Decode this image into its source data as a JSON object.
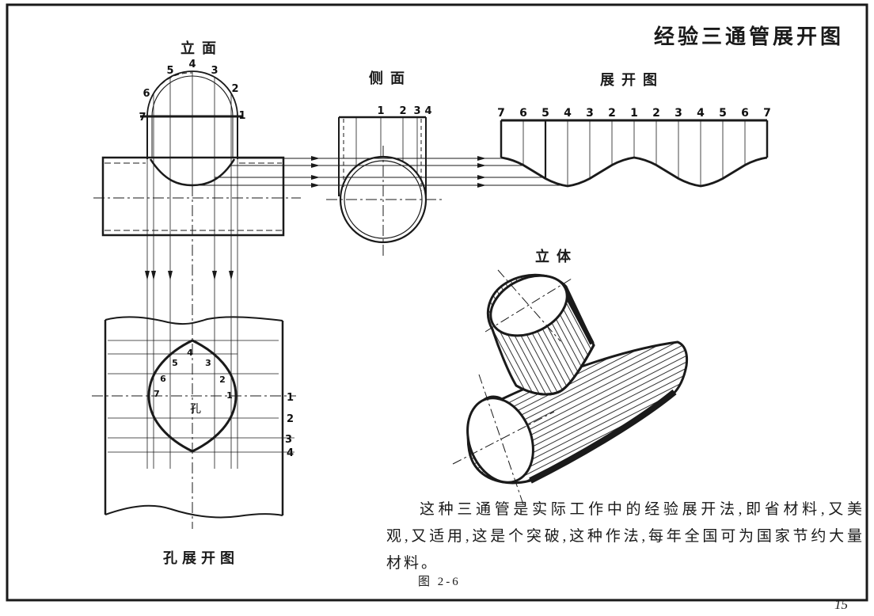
{
  "page": {
    "title": "经验三通管展开图",
    "figure_caption": "图 2-6",
    "page_number": "15"
  },
  "view_labels": {
    "elevation": "立面",
    "side": "侧面",
    "development": "展开图",
    "solid": "立体",
    "hole_development": "孔展开图"
  },
  "elevation": {
    "point_labels": [
      "7",
      "6",
      "5",
      "4",
      "3",
      "2",
      "1"
    ]
  },
  "side": {
    "point_labels": [
      "1",
      "2",
      "3",
      "4"
    ]
  },
  "development": {
    "point_labels": [
      "7",
      "6",
      "5",
      "4",
      "3",
      "2",
      "1",
      "2",
      "3",
      "4",
      "5",
      "6",
      "7"
    ]
  },
  "hole": {
    "label": "孔",
    "lens_point_labels": [
      "4",
      "5",
      "3",
      "6",
      "2",
      "7",
      "1"
    ],
    "level_labels": [
      "1",
      "2",
      "3",
      "4"
    ]
  },
  "paragraph": {
    "lines": [
      "这种三通管是实际工作中的经验展开法,即省材料,又美",
      "观,又适用,这是个突破,这种作法,每年全国可为国家节约大量",
      "材料。"
    ]
  },
  "colors": {
    "ink": "#1a1a1a",
    "paper": "#ffffff"
  }
}
